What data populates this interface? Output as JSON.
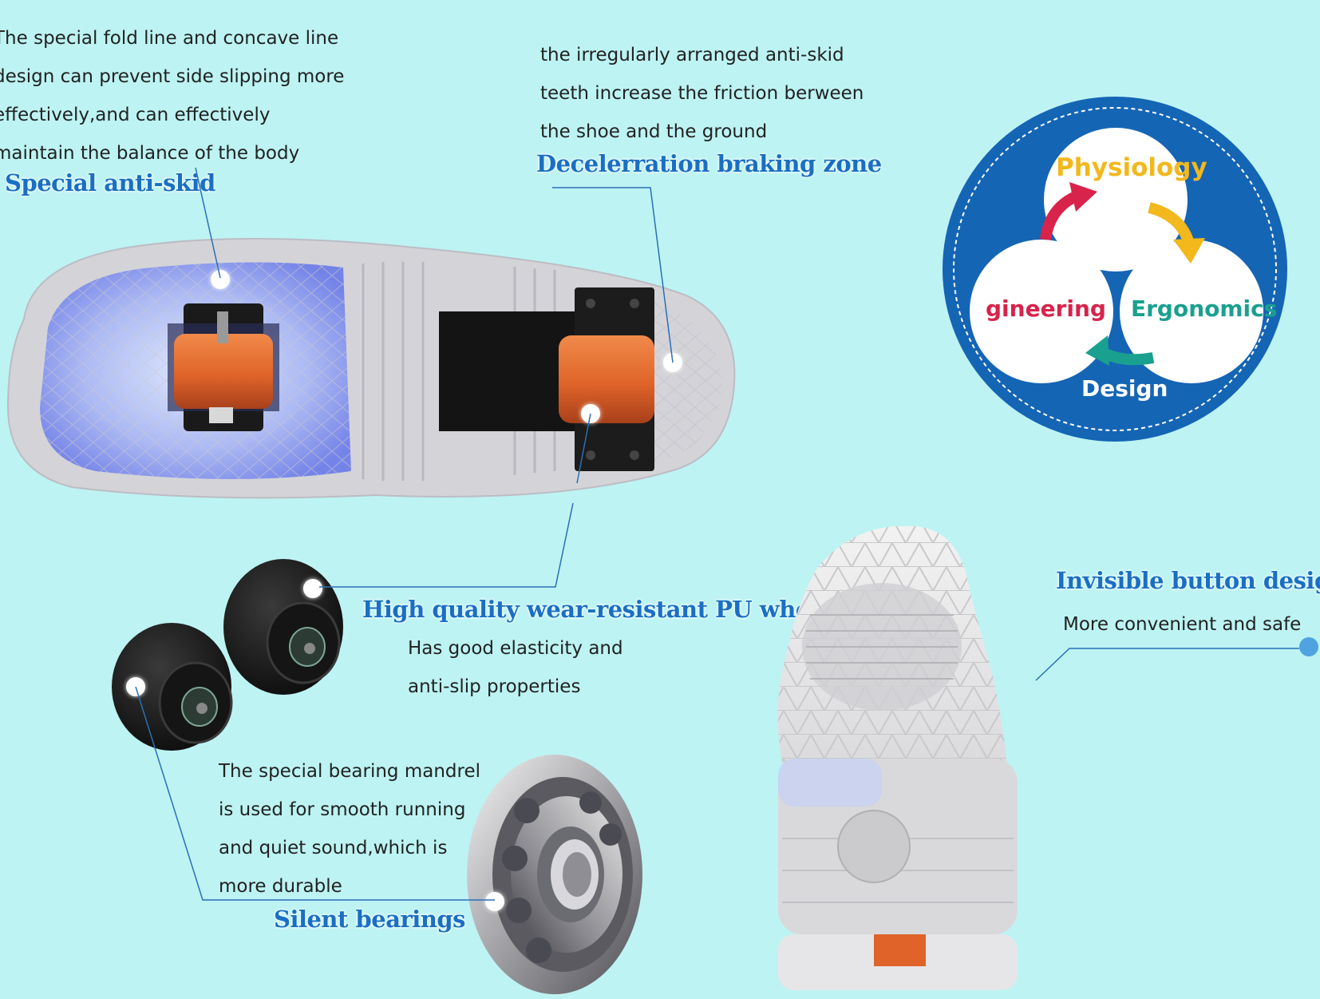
{
  "features": {
    "anti_skid": {
      "description": [
        "The special fold line and concave line",
        "design can prevent side slipping more",
        "effectively,and can effectively",
        "maintain the balance of the body"
      ],
      "heading": "Special anti-skid"
    },
    "braking": {
      "description": [
        "the irregularly arranged anti-skid",
        "teeth increase the friction berween",
        "the shoe and the ground"
      ],
      "heading": "Decelerration braking zone"
    },
    "pu_wheel": {
      "heading": "High quality wear-resistant PU wheel",
      "description": [
        "Has good elasticity and",
        "anti-slip properties"
      ]
    },
    "bearings": {
      "description": [
        "The special bearing mandrel",
        "is used for smooth running",
        "and quiet sound,which is",
        "more durable"
      ],
      "heading": "Silent bearings"
    },
    "button": {
      "heading": "Invisible button design",
      "description": "More convenient and safe"
    }
  },
  "diagram": {
    "top": "Physiology",
    "left": "gineering",
    "right": "Ergonomics",
    "bottom": "Design"
  },
  "colors": {
    "background": "#bdf3f3",
    "heading_blue": "#1a6fc4",
    "disc_blue": "#1565b5",
    "physiology": "#f2b81c",
    "engineering": "#d8234a",
    "ergonomics": "#1aa08f",
    "wheel_orange": "#e0642a"
  }
}
